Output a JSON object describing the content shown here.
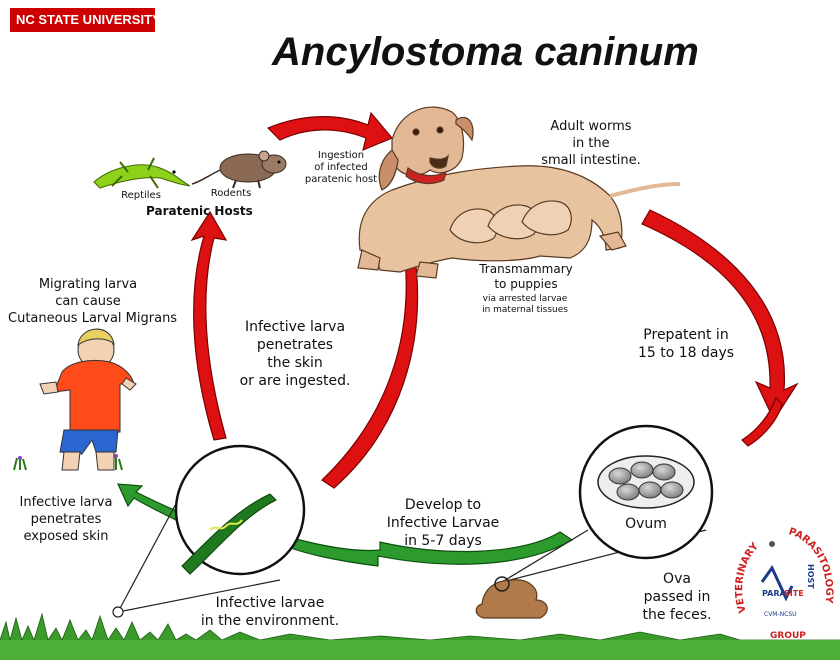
{
  "university_badge": "NC STATE UNIVERSITY",
  "title": "Ancylostoma caninum",
  "labels": {
    "adult_worms": [
      "Adult worms",
      "in the",
      "small intestine."
    ],
    "ingestion": [
      "Ingestion",
      "of infected",
      "paratenic host"
    ],
    "reptiles": "Reptiles",
    "rodents": "Rodents",
    "paratenic_hosts": "Paratenic Hosts",
    "transmammary": [
      "Transmammary",
      "to puppies"
    ],
    "arrested": [
      "via arrested larvae",
      "in maternal tissues"
    ],
    "migrating": [
      "Migrating larva",
      "can cause",
      "Cutaneous Larval Migrans"
    ],
    "infective_penetrates": [
      "Infective larva",
      "penetrates",
      "the skin",
      "or are ingested."
    ],
    "prepatent": [
      "Prepatent in",
      "15 to 18 days"
    ],
    "infective_exposed": [
      "Infective larva",
      "penetrates",
      "exposed skin"
    ],
    "develop": [
      "Develop to",
      "Infective Larvae",
      "in 5-7 days"
    ],
    "ovum": "Ovum",
    "ova_passed": [
      "Ova",
      "passed in",
      "the feces."
    ],
    "environment": [
      "Infective larvae",
      "in the environment."
    ]
  },
  "logo": {
    "veterinary": "VETERINARY",
    "parasitology": "PARASITOLOGY",
    "group": "GROUP",
    "para": "PARA",
    "site": "SITE",
    "host": "HOST",
    "cvm": "CVM-NCSU"
  },
  "colors": {
    "arrow_red": "#dd1111",
    "arrow_green": "#2d9a2d",
    "badge_red": "#cc0000",
    "logo_red": "#cc2222",
    "logo_blue": "#1a3a8a"
  }
}
